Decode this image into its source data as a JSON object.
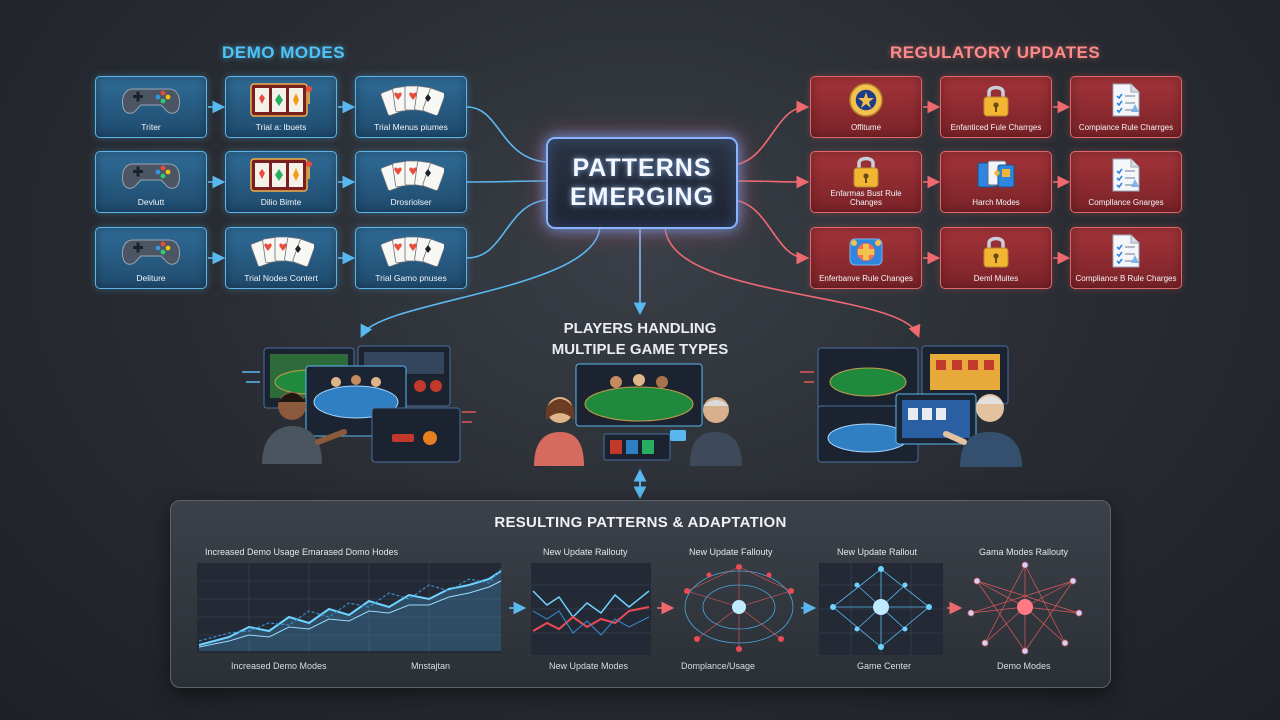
{
  "titles": {
    "demo_modes": "DEMO MODES",
    "regulatory_updates": "REGULATORY UPDATES",
    "hub_line1": "PATTERNS",
    "hub_line2": "EMERGING",
    "players_line1": "PLAYERS HANDLING",
    "players_line2": "MULTIPLE GAME TYPES",
    "bottom": "RESULTING PATTERNS & ADAPTATION"
  },
  "demo_rows": [
    [
      {
        "icon": "gamepad-icon",
        "label": "Triter"
      },
      {
        "icon": "slot-machine-icon",
        "label": "Trial a: lbuets"
      },
      {
        "icon": "playing-cards-icon",
        "label": "Trial Menus piumes"
      }
    ],
    [
      {
        "icon": "gamepad-icon",
        "label": "Devlutt"
      },
      {
        "icon": "slot-machine-icon",
        "label": "Dilio Bimte"
      },
      {
        "icon": "playing-cards-icon",
        "label": "Drosriolser"
      }
    ],
    [
      {
        "icon": "gamepad-icon",
        "label": "Deliture"
      },
      {
        "icon": "playing-cards-icon",
        "label": "Trial Nodes Contert"
      },
      {
        "icon": "playing-cards-icon",
        "label": "Trial Gamo pnuses"
      }
    ]
  ],
  "reg_rows": [
    [
      {
        "icon": "seal-badge-icon",
        "label": "Offitume"
      },
      {
        "icon": "padlock-icon",
        "label": "Enfanticed Fule Charrges"
      },
      {
        "icon": "checklist-document-icon",
        "label": "Compiance Rule Charrges"
      }
    ],
    [
      {
        "icon": "padlock-icon",
        "label": "Enfarmas Bust Rule Changes"
      },
      {
        "icon": "cards-stack-icon",
        "label": "Harch Modes"
      },
      {
        "icon": "checklist-document-icon",
        "label": "Compllance Gnarges"
      }
    ],
    [
      {
        "icon": "gift-badge-icon",
        "label": "Enferbanve Rule Changes"
      },
      {
        "icon": "padlock-icon",
        "label": "Deml Muites"
      },
      {
        "icon": "checklist-document-icon",
        "label": "Compliance B Rule Charges"
      }
    ]
  ],
  "charts": [
    {
      "title": "Increased Demo Usage Emarased Domo Hodes",
      "caption_left": "Increased Demo Modes",
      "caption_right": "Mnstajtan"
    },
    {
      "title": "New Update Rallouty",
      "caption": "New Update Modes"
    },
    {
      "title": "New Update Fallouty",
      "caption": "Domplance/Usage"
    },
    {
      "title": "New Update Rallout",
      "caption": "Game Center"
    },
    {
      "title": "Gama Modes Rallouty",
      "caption": "Demo Modes"
    }
  ],
  "colors": {
    "demo_accent": "#4fc3f7",
    "reg_accent": "#ff8a8a",
    "blue_card": "#2f6c97",
    "red_card": "#a3343a",
    "background": "#2a2e34"
  }
}
